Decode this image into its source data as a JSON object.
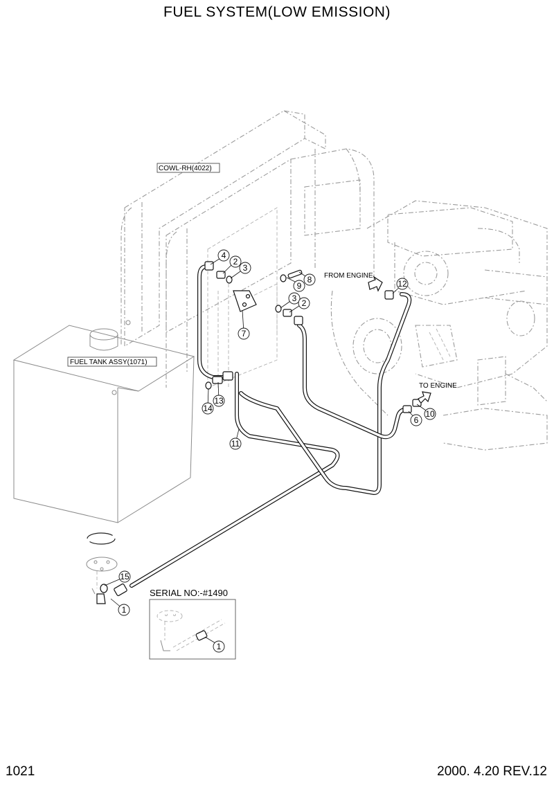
{
  "header": {
    "title": "FUEL SYSTEM(LOW EMISSION)"
  },
  "footer": {
    "page_number": "1021",
    "revision": "2000. 4.20 REV.12"
  },
  "labels": {
    "cowl": "COWL-RH(4022)",
    "fuel_tank": "FUEL TANK ASSY(1071)",
    "from_engine": "FROM ENGINE",
    "to_engine": "TO ENGINE"
  },
  "inset": {
    "title": "SERIAL NO:-#1490"
  },
  "callouts": {
    "c1": "1",
    "c2": "2",
    "c3": "3",
    "c4": "4",
    "c6": "6",
    "c7": "7",
    "c8": "8",
    "c9": "9",
    "c10": "10",
    "c11": "11",
    "c12": "12",
    "c13": "13",
    "c14": "14",
    "c15": "15"
  }
}
